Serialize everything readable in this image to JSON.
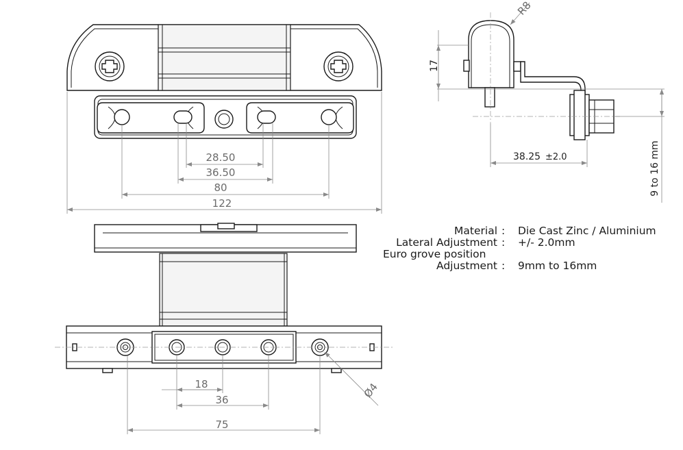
{
  "dimensions": {
    "top_view": {
      "d_28_50": "28.50",
      "d_36_50": "36.50",
      "d_80": "80",
      "d_122": "122"
    },
    "side_view": {
      "radius": "R8",
      "height": "17",
      "offset": "38.25",
      "tolerance": "±2.0",
      "euro_groove": "9 to 16 mm"
    },
    "bottom_view": {
      "d_18": "18",
      "d_36": "36",
      "d_75": "75",
      "hole_dia": "Ø4"
    }
  },
  "specs": {
    "material_label": "Material",
    "material_value": "Die Cast Zinc / Aluminium",
    "lateral_label": "Lateral Adjustment",
    "lateral_value": "+/- 2.0mm",
    "euro_label": "Euro grove position",
    "adjust_label": "Adjustment",
    "adjust_value": "9mm to 16mm",
    "colon": ":"
  }
}
